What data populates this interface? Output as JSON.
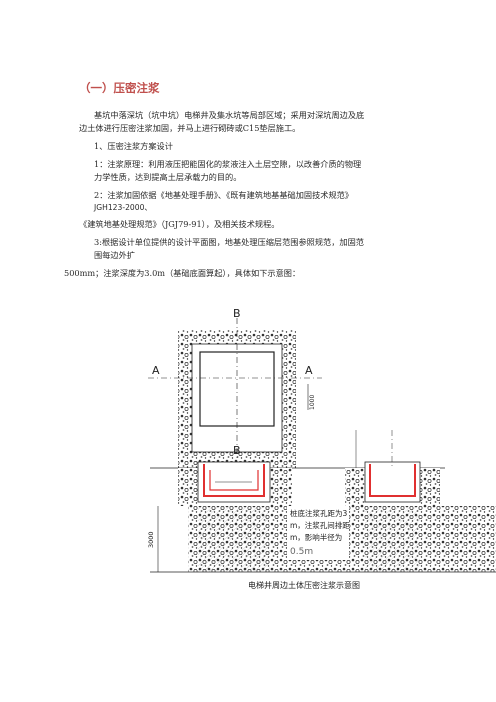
{
  "section": {
    "title": "（一）压密注浆"
  },
  "paragraphs": [
    "基坑中落深坑（坑中坑）电梯井及集水坑等局部区域；采用对深坑周边及底",
    "边土体进行压密注浆加固，并马上进行砌砖或C15垫层施工。",
    "1、压密注浆方案设计",
    "1：注浆原理：利用液压把能固化的浆液注入土层空隙，以改善介质的物理",
    "力学性质，达到提高土层承载力的目的。",
    "2：注浆加固依据《地基处理手册》、《既有建筑地基基础加固技术规范》",
    "JGH123-2000、",
    "《建筑地基处理规范》（JGJ79-91），及相关技术规程。",
    "3:根据设计单位提供的设计平面图，地基处理压缩层范围参照规范，加固范",
    "围每边外扩",
    "500mm；注浆深度为3.0m（基础底面算起），具体如下示意图："
  ],
  "drawing": {
    "section_mark_b": "B",
    "section_mark_a": "A",
    "dim_1000": "1000",
    "dim_3000": "3000",
    "note_lines": [
      "桩底注浆孔距为3",
      "m，注浆孔间排距",
      "m，影响半径为",
      "0.5m"
    ],
    "caption": "电梯井周边土体压密注浆示意图",
    "colors": {
      "reinforcement": "#e03030",
      "line": "#222222"
    }
  }
}
